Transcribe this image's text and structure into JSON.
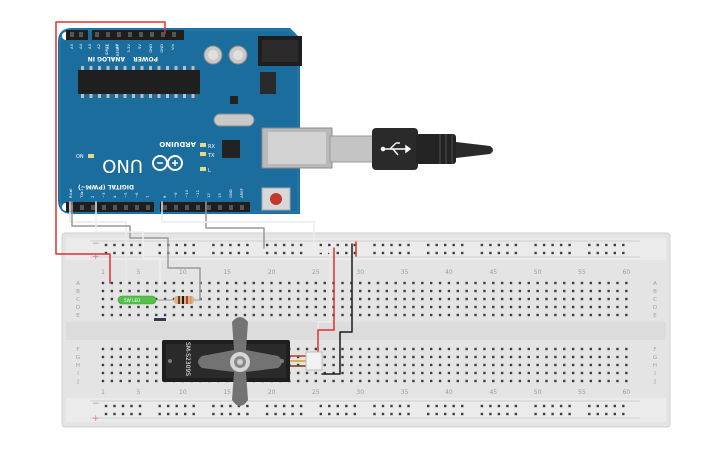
{
  "arduino": {
    "brand": "ARDUINO",
    "model": "UNO",
    "on_label": "ON",
    "tx_label": "TX",
    "rx_label": "RX",
    "l_label": "L",
    "power_label": "POWER",
    "analog_label": "ANALOG IN",
    "digital_label": "DIGITAL (PWM~)",
    "ioref_label": "IOREF",
    "reset_label": "RESET",
    "aref_label": "AREF",
    "gnd_label": "GND",
    "power_pins": [
      "",
      "IOREF",
      "RESET",
      "3.3V",
      "5V",
      "GND",
      "GND",
      "Vin"
    ],
    "analog_pins": [
      "A0",
      "A1",
      "A2",
      "A3",
      "A4",
      "A5"
    ],
    "digital_pins_right": [
      "AREF",
      "GND",
      "13",
      "12",
      "~11",
      "~10",
      "~9",
      "8"
    ],
    "digital_pins_left": [
      "7",
      "~6",
      "~5",
      "4",
      "~3",
      "2",
      "TX▸1",
      "RX◂0"
    ]
  },
  "breadboard": {
    "row_letters_top": [
      "A",
      "B",
      "C",
      "D",
      "E"
    ],
    "row_letters_bottom": [
      "F",
      "G",
      "H",
      "I",
      "J"
    ],
    "column_numbers": [
      "1",
      "5",
      "10",
      "15",
      "20",
      "25",
      "30",
      "35",
      "40",
      "45",
      "50",
      "55",
      "60"
    ],
    "plus": "+",
    "minus": "−"
  },
  "servo": {
    "label": "SM-S2309S"
  },
  "led": {
    "label": "5W LED"
  },
  "colors": {
    "board": "#1b6f9f",
    "wire_red": "#e03030",
    "wire_black": "#1b1b1b",
    "wire_gray": "#8e8e8e",
    "wire_white": "#e9e9e9",
    "led_green": "#55c04a",
    "breadboard": "#e6e6e6"
  }
}
